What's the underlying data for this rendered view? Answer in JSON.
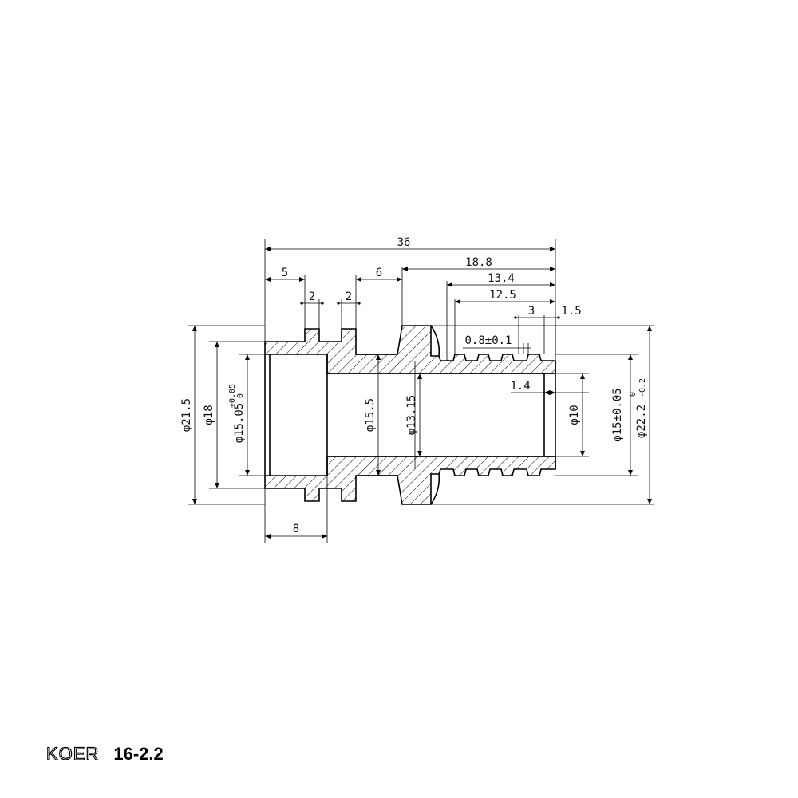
{
  "drawing": {
    "dims": {
      "overall_length": "36",
      "d_5": "5",
      "d_2a": "2",
      "d_2b": "2",
      "d_6": "6",
      "d_18_8": "18.8",
      "d_13_4": "13.4",
      "d_12_5": "12.5",
      "d_3": "3",
      "d_1_5": "1.5",
      "d_0_8": "0.8±0.1",
      "d_1_4": "1.4",
      "d_8": "8",
      "dia_21_5": "φ21.5",
      "dia_18": "φ18",
      "dia_15_05": "φ15.05",
      "dia_15_05_tol_upper": "+0.05",
      "dia_15_05_tol_lower": "0",
      "dia_15_5": "φ15.5",
      "dia_13_15": "φ13.15",
      "dia_10": "φ10",
      "dia_15": "φ15±0.05",
      "dia_22_2": "φ22.2",
      "dia_22_2_tol_upper": "0",
      "dia_22_2_tol_lower": "-0.2"
    }
  },
  "brand": {
    "logo": "KOER",
    "model": "16-2.2"
  }
}
